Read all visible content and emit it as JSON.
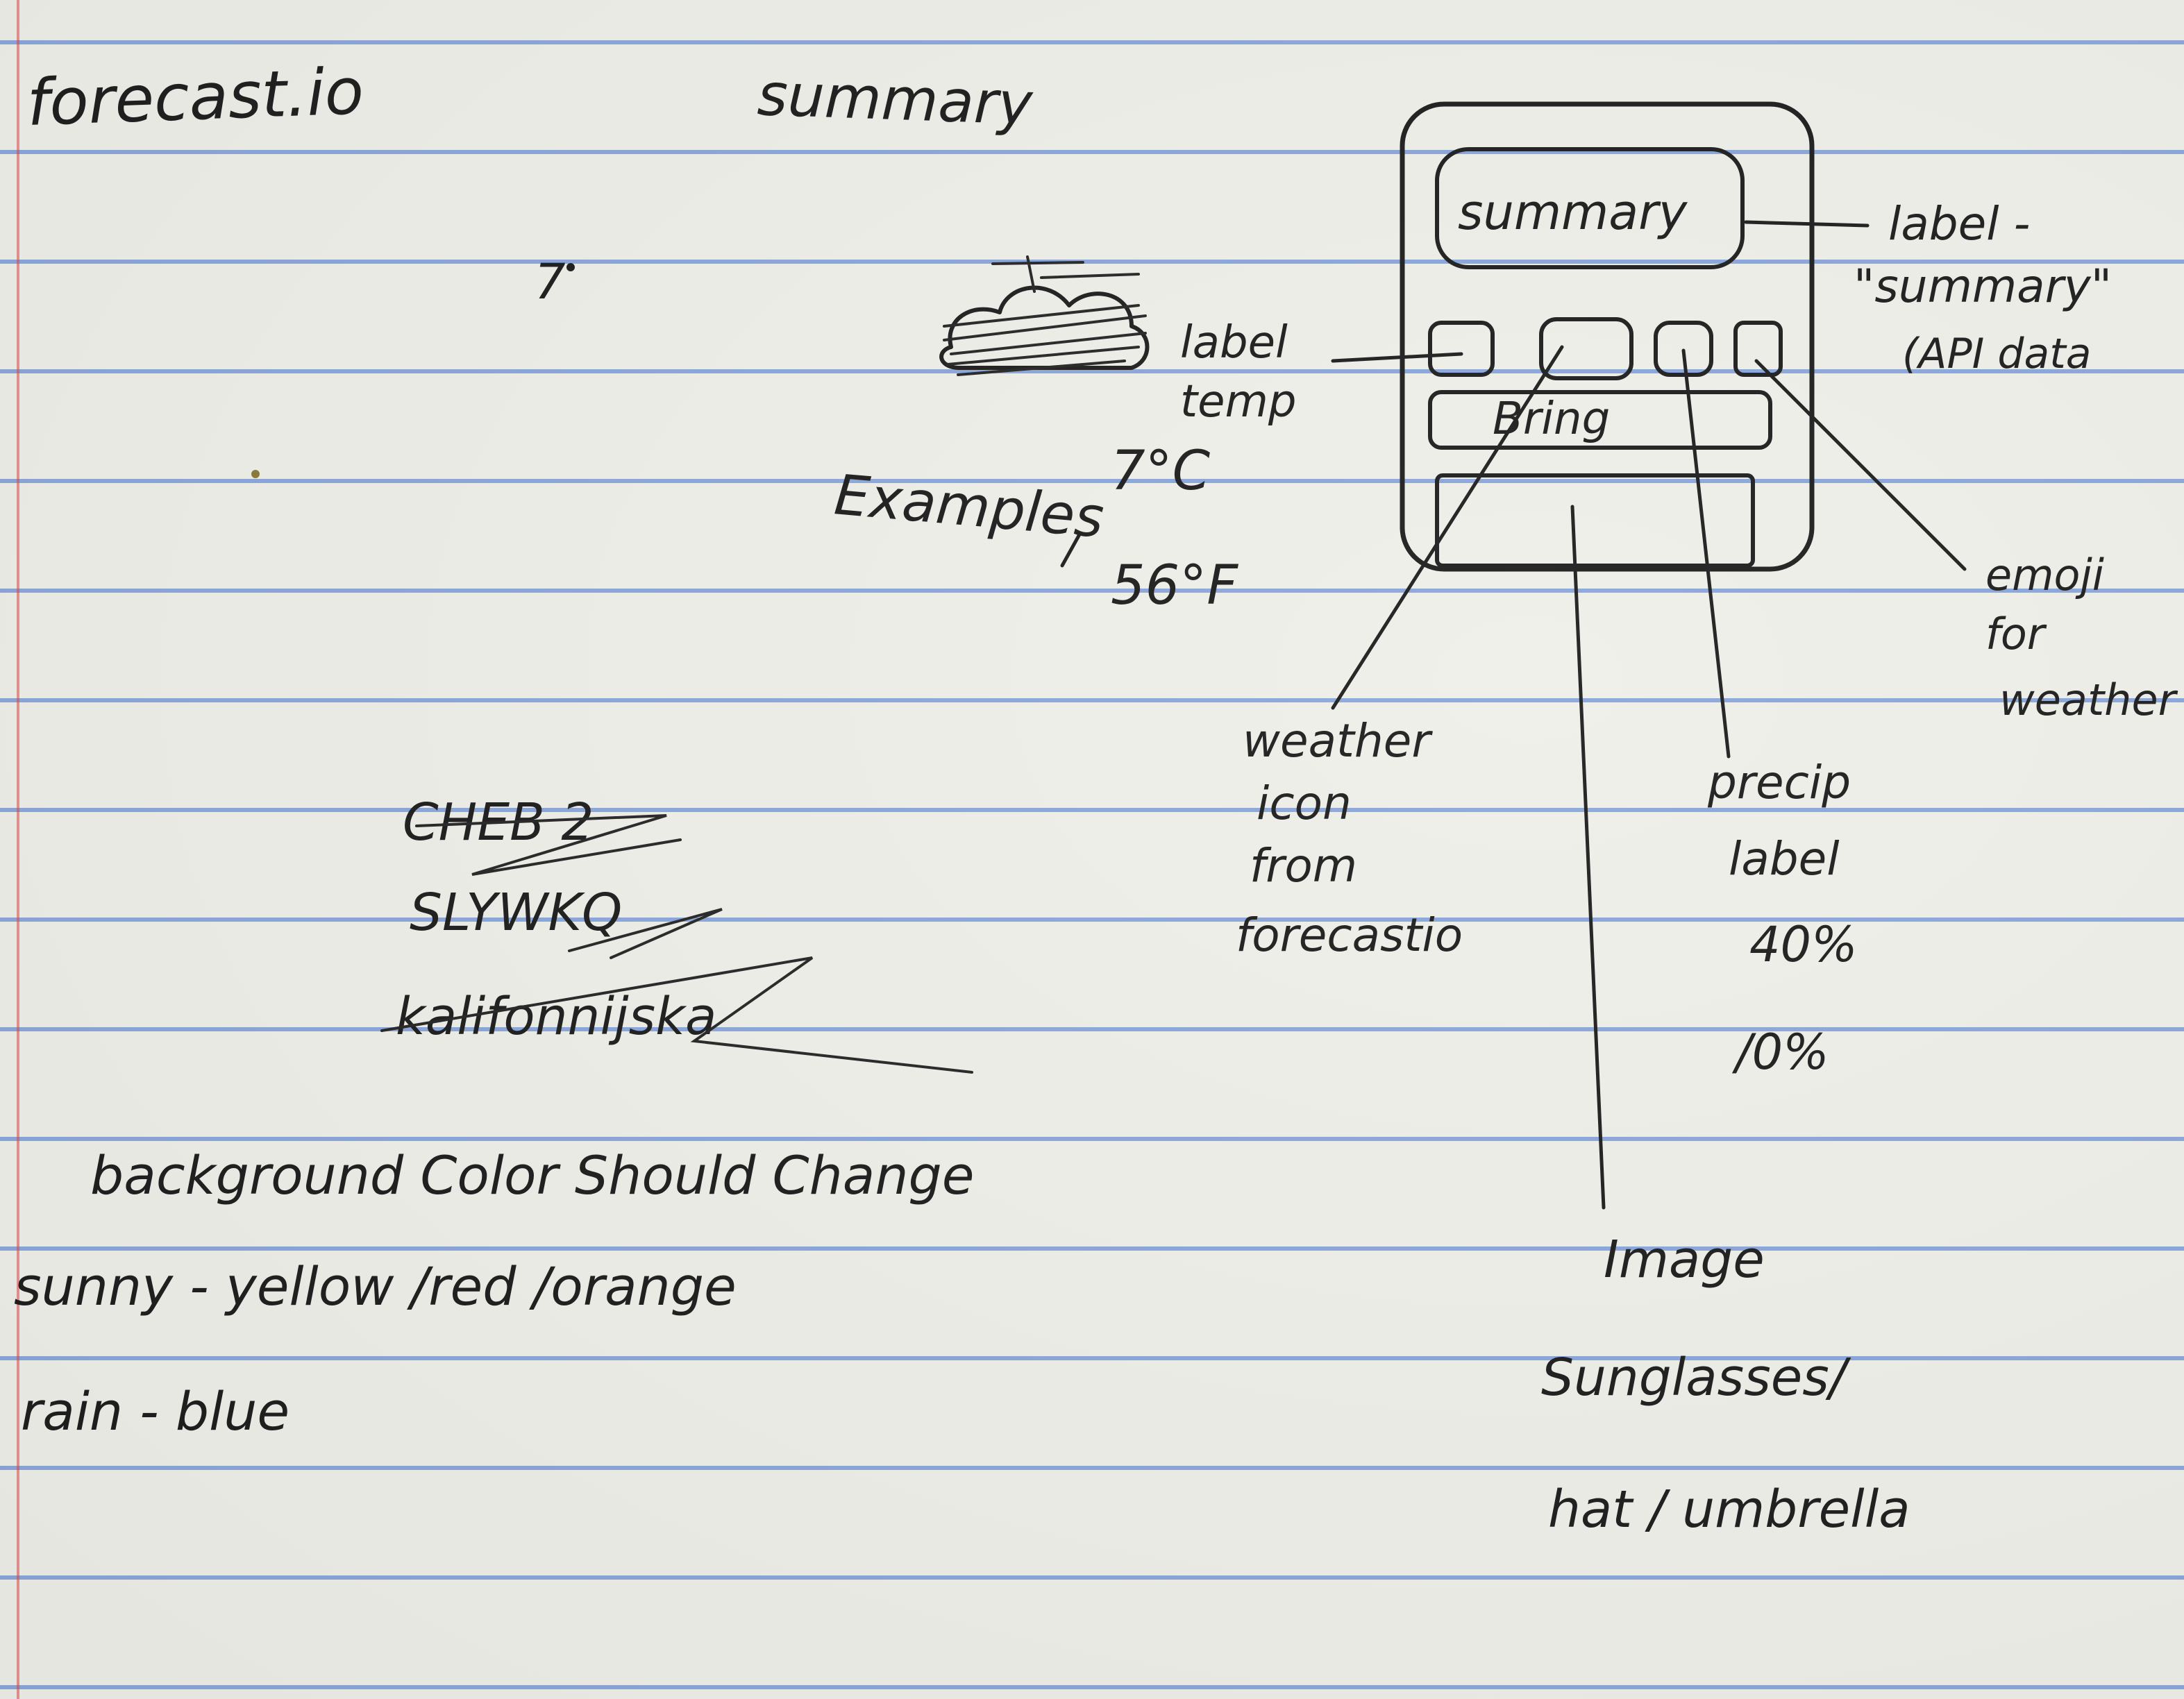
{
  "notes": {
    "title": "forecast.io",
    "heading": "summary",
    "degree_mark": "7",
    "examples_label": "Examples",
    "example_celsius": "7°C",
    "example_fahrenheit": "56°F",
    "label_temp_line1": "label",
    "label_temp_line2": "temp",
    "struck_words": [
      "CHEB 2",
      "SLYWKQ",
      "kalifonnijska"
    ],
    "background_note": "background Color Should Change",
    "sunny_note": "sunny - yellow /red /orange",
    "rain_note": "rain - blue"
  },
  "wireframe": {
    "summary_box_text": "summary",
    "bring_box_text": "Bring",
    "label_summary": {
      "line1": "label -",
      "line2": "\"summary\"",
      "line3": "(API data"
    },
    "weather_icon_label": {
      "line1": "weather",
      "line2": "icon",
      "line3": "from",
      "line4": "forecastio"
    },
    "precip_label": {
      "line1": "precip",
      "line2": "label",
      "line3": "40%",
      "line4": "/0%"
    },
    "emoji_label": {
      "line1": "emoji",
      "line2": "for",
      "line3": "weather"
    },
    "image_label": {
      "line1": "Image",
      "line2": "Sunglasses/",
      "line3": "hat / umbrella"
    }
  }
}
